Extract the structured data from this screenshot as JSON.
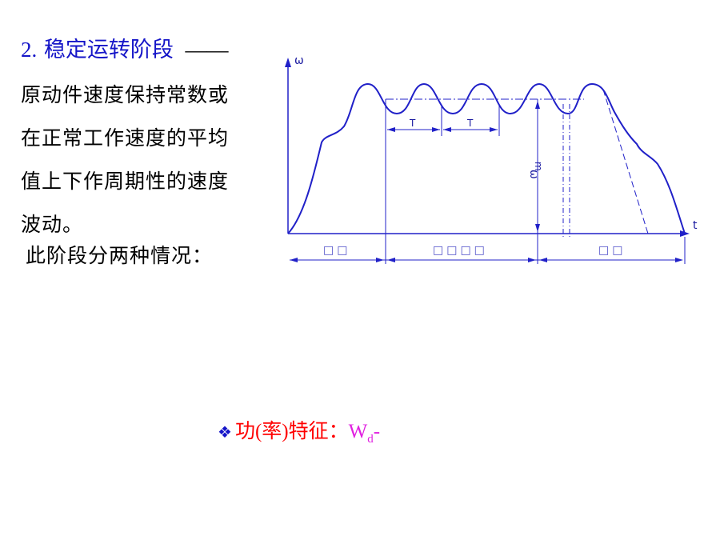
{
  "heading": {
    "number": "2.",
    "title": "稳定运转阶段",
    "dash": "——"
  },
  "description": [
    "原动件速度保持常数或",
    "在正常工作速度的平均",
    "值上下作周期性的速度",
    "波动。"
  ],
  "cases_text": "此阶段分两种情况：",
  "feature": {
    "bullet": "❖",
    "label_part1": "功",
    "paren_open": "(",
    "label_part2": "率",
    "paren_close": ")",
    "label_part3": "特征：",
    "formula_main": "W",
    "formula_sub": "d",
    "formula_tail": "-"
  },
  "diagram": {
    "y_axis_label": "ω",
    "x_axis_label": "t",
    "period_label_1": "T",
    "period_label_2": "T",
    "omega_m_label": "ω",
    "omega_m_sub": "m",
    "phases": [
      "□□",
      "□□□□",
      "□□"
    ],
    "colors": {
      "stroke": "#2020c8",
      "text": "#1a1aa0"
    }
  }
}
